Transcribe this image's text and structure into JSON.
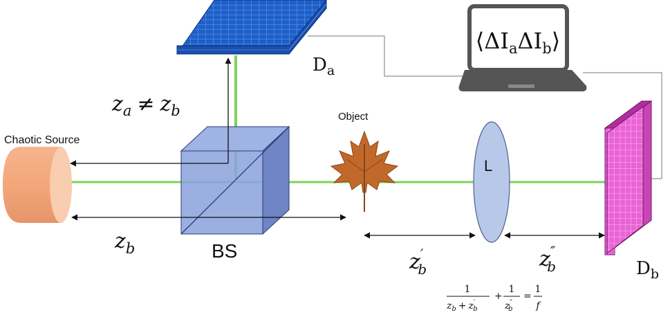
{
  "labels": {
    "chaotic_source": "Chaotic Source",
    "object": "Object",
    "lens": "L",
    "beam_splitter": "BS",
    "detector_a_main": "D",
    "detector_a_sub": "a",
    "detector_b_main": "D",
    "detector_b_sub": "b",
    "inequality_lhs_main": "z",
    "inequality_lhs_sub": "a",
    "inequality_op": "≠",
    "inequality_rhs_main": "z",
    "inequality_rhs_sub": "b",
    "zb_main": "z",
    "zb_sub": "b",
    "zb_prime_main": "z",
    "zb_prime_sup": "′",
    "zb_prime_sub": "b",
    "zb_dprime_main": "z",
    "zb_dprime_sup": "″",
    "zb_dprime_sub": "b"
  },
  "laptop_screen": {
    "left": "⟨ΔI",
    "sub_a": "a",
    "mid": "ΔI",
    "sub_b": "b",
    "right": "⟩"
  },
  "lens_equation": {
    "one_a": "1",
    "den_a_1": "z",
    "den_a_1_sub": "b",
    "plus_a": "+",
    "den_a_2": "z",
    "den_a_2_sup": "′",
    "den_a_2_sub": "b",
    "plus": "+",
    "one_b": "1",
    "den_b": "z",
    "den_b_sup": "″",
    "den_b_sub": "b",
    "equals": "=",
    "one_c": "1",
    "den_c": "f"
  },
  "colors": {
    "beam": "#7dd35a",
    "source": "#f3a77a",
    "source_face": "#f8cdb0",
    "leaf": "#c0692a",
    "detector_a": "#1f5fc8",
    "detector_b": "#ea63d6",
    "cube": "#8aa2dc",
    "lens": "#b8c8e8"
  }
}
